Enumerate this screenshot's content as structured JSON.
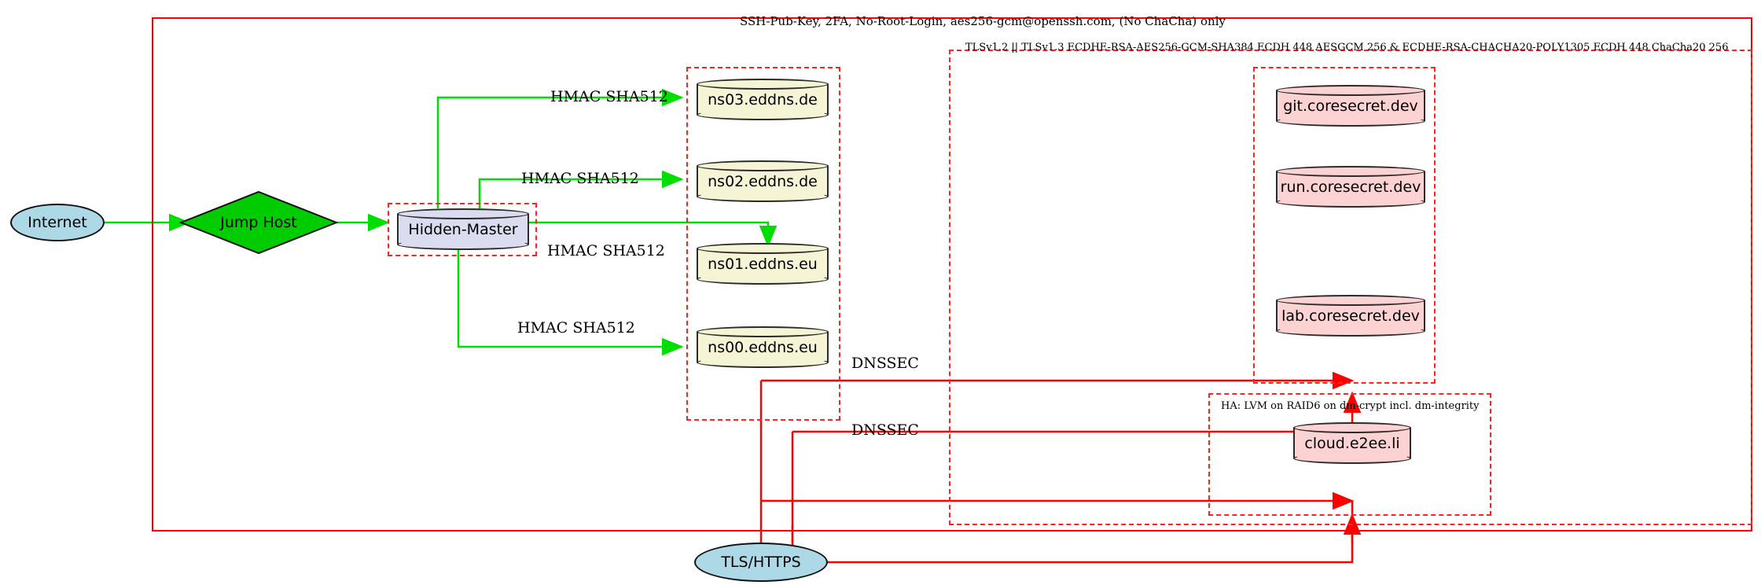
{
  "diagram": {
    "title_label": "SSH-Pub-Key, 2FA, No-Root-Login, aes256-gcm@openssh.com, (No ChaCha) only",
    "tls_cluster_label": "TLSv1.2 || TLSv1.3 ECDHE-RSA-AES256-GCM-SHA384 ECDH 448 AESGCM 256 & ECDHE-RSA-CHACHA20-POLY1305 ECDH 448 ChaCha20 256",
    "ha_cluster_label": "HA: LVM on RAID6 on dm-crypt incl. dm-integrity"
  },
  "nodes": {
    "internet": "Internet",
    "jump_host": "Jump Host",
    "hidden_master": "Hidden-Master",
    "ns03": "ns03.eddns.de",
    "ns02": "ns02.eddns.de",
    "ns01": "ns01.eddns.eu",
    "ns00": "ns00.eddns.eu",
    "git": "git.coresecret.dev",
    "run": "run.coresecret.dev",
    "lab": "lab.coresecret.dev",
    "cloud": "cloud.e2ee.li",
    "tls_https": "TLS/HTTPS"
  },
  "edge_labels": {
    "hmac_ns03": "HMAC SHA512",
    "hmac_ns02": "HMAC SHA512",
    "hmac_ns01": "HMAC SHA512",
    "hmac_ns00": "HMAC SHA512",
    "dnssec_1": "DNSSEC",
    "dnssec_2": "DNSSEC"
  },
  "colors": {
    "edge_green": "#00dd00",
    "edge_red": "#ff0000",
    "cluster_red": "#ff2222",
    "ellipse_fill": "#add8e6",
    "diamond_fill": "#00cc00",
    "cyl_lavender": "#dcdcf0",
    "cyl_cream": "#f5f5d5",
    "cyl_pink": "#fcd2d2"
  }
}
